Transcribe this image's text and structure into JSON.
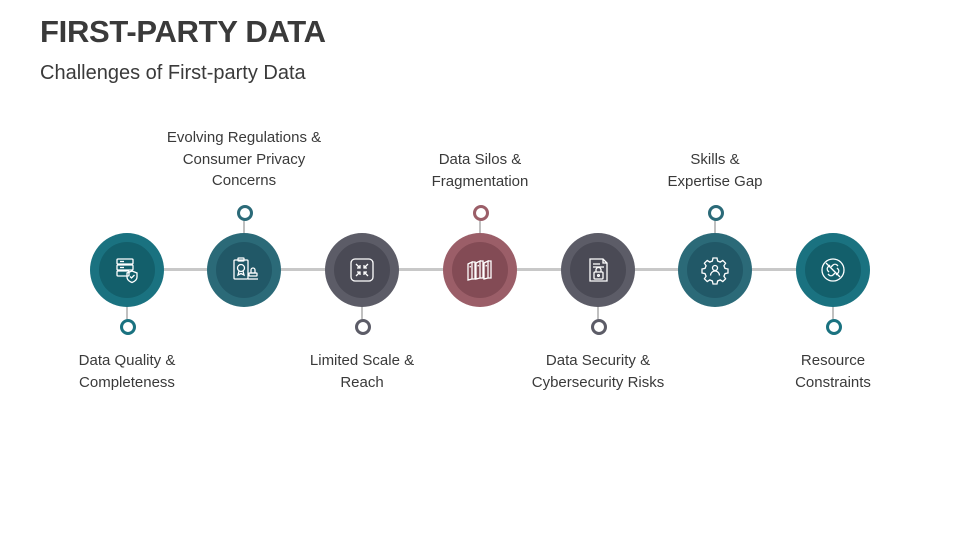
{
  "title": "FIRST-PARTY DATA",
  "subtitle": "Challenges of First-party Data",
  "steps": [
    {
      "line1": "Data Quality &",
      "line2": "Completeness",
      "line3": "",
      "icon": "database-shield-icon",
      "color": "#1a7280",
      "inner": "#135f6b"
    },
    {
      "line1": "Evolving Regulations &",
      "line2": "Consumer Privacy",
      "line3": "Concerns",
      "icon": "certificate-stamp-icon",
      "color": "#2b6a78",
      "inner": "#215867"
    },
    {
      "line1": "Limited Scale &",
      "line2": "Reach",
      "line3": "",
      "icon": "compress-arrows-icon",
      "color": "#5c5c67",
      "inner": "#4a4a55"
    },
    {
      "line1": "Data Silos &",
      "line2": "Fragmentation",
      "line3": "",
      "icon": "silos-icon",
      "color": "#9b5e68",
      "inner": "#834b55"
    },
    {
      "line1": "Data Security &",
      "line2": "Cybersecurity Risks",
      "line3": "",
      "icon": "document-lock-icon",
      "color": "#5c5c67",
      "inner": "#4a4a55"
    },
    {
      "line1": "Skills &",
      "line2": "Expertise Gap",
      "line3": "",
      "icon": "gear-person-icon",
      "color": "#2b6a78",
      "inner": "#215867"
    },
    {
      "line1": "Resource",
      "line2": "Constraints",
      "line3": "",
      "icon": "broken-link-icon",
      "color": "#1a7280",
      "inner": "#135f6b"
    }
  ]
}
